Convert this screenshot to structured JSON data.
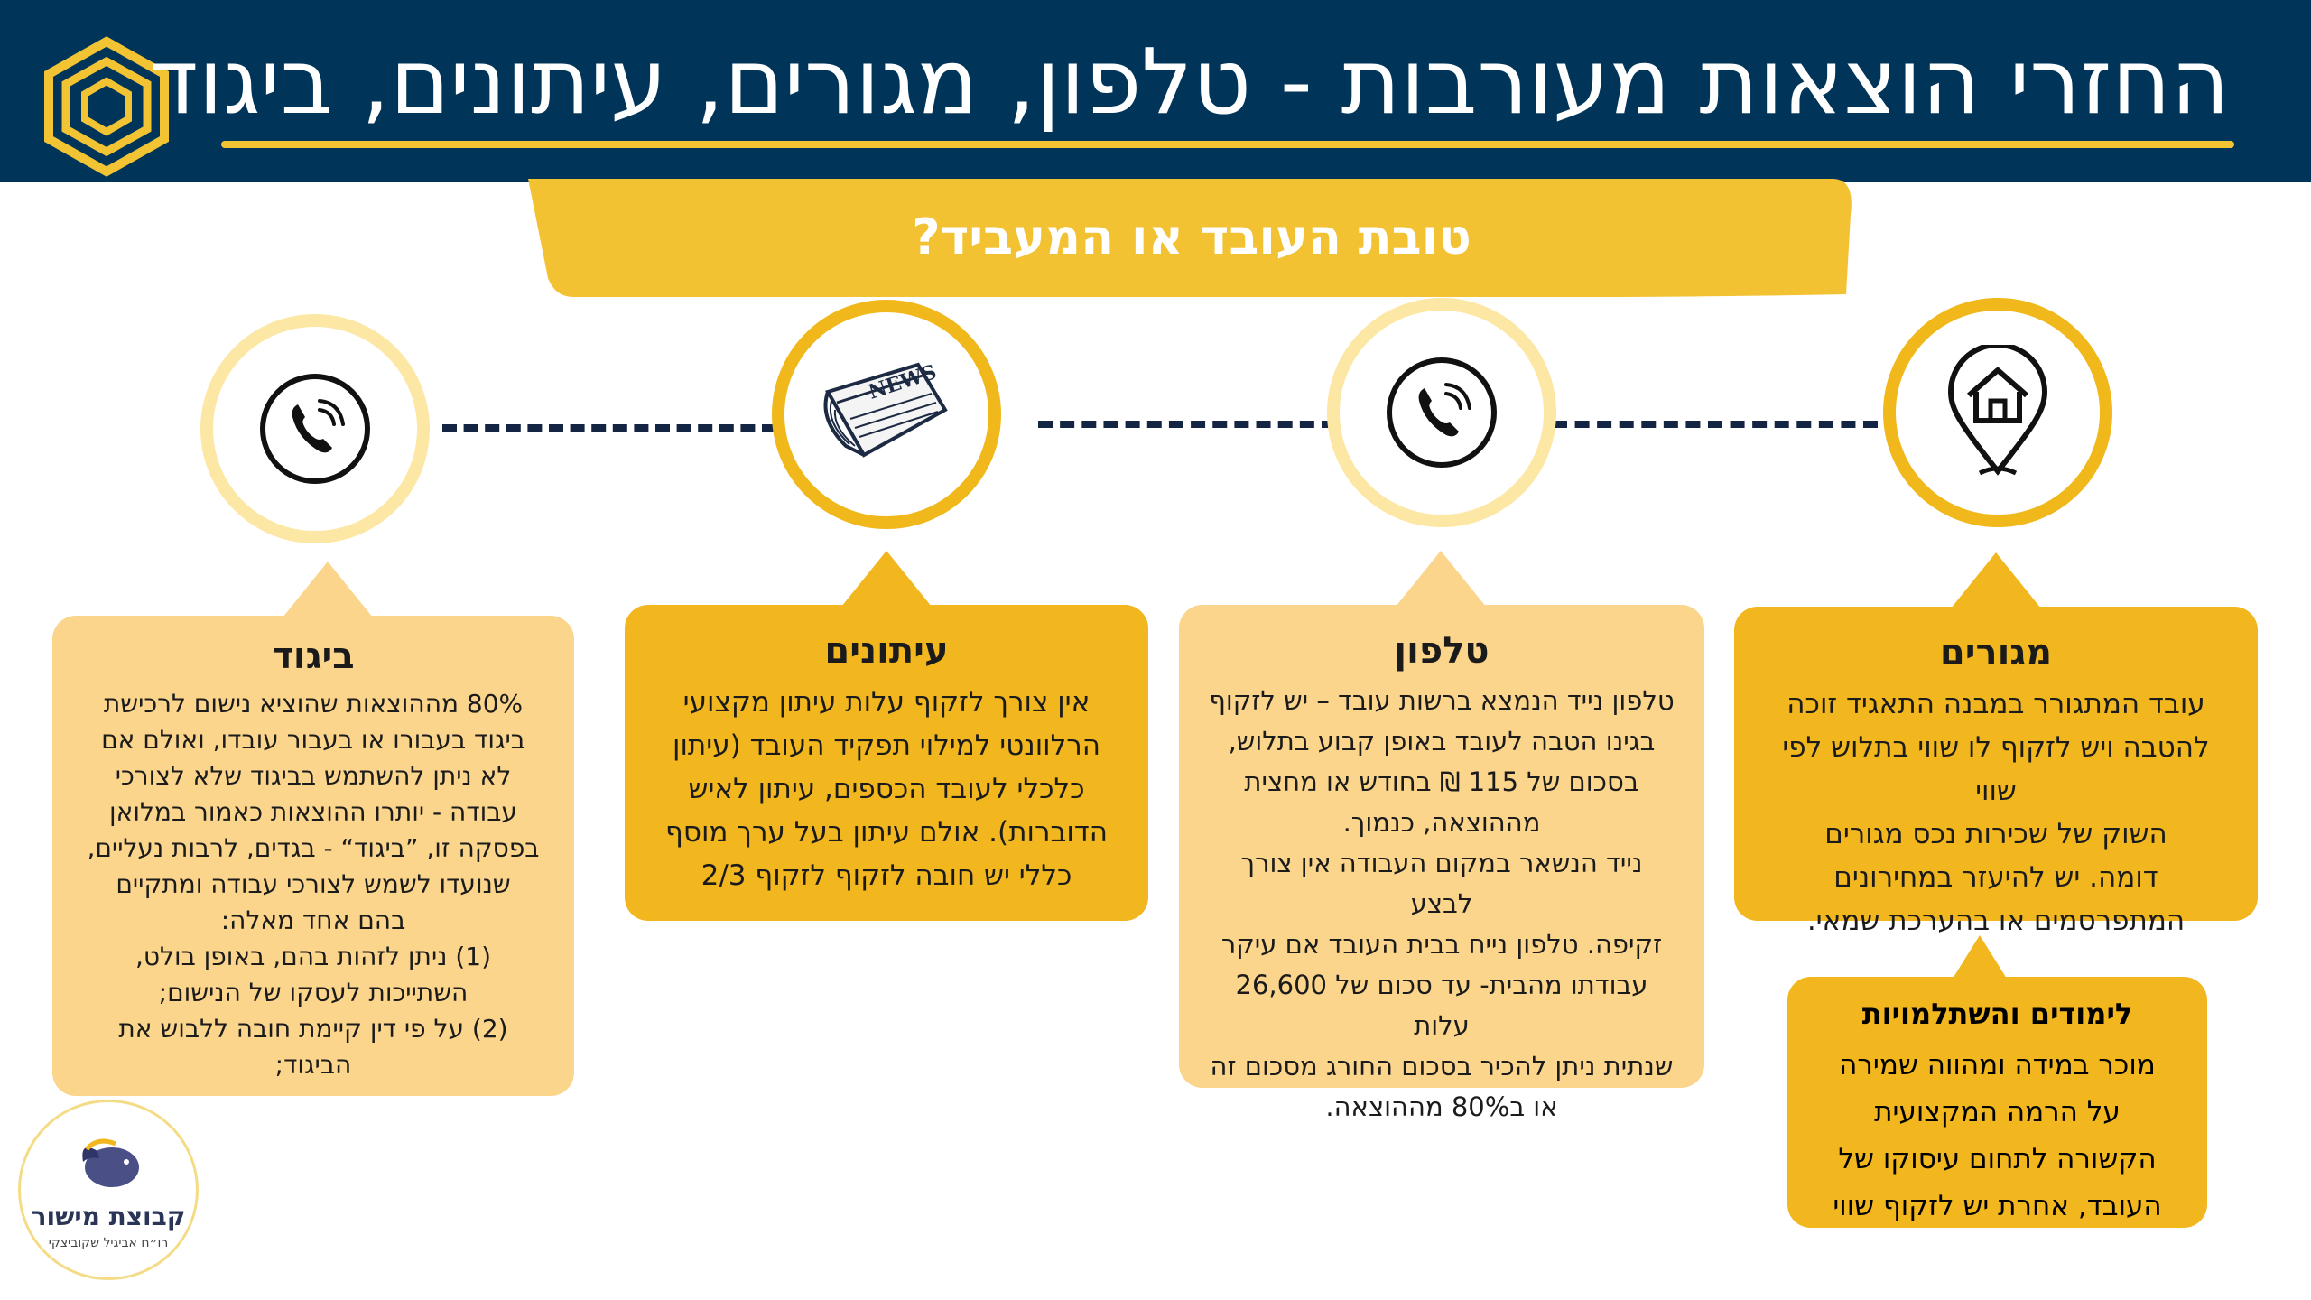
{
  "header": {
    "title": "החזרי הוצאות מעורבות - טלפון, מגורים, עיתונים, ביגוד",
    "subtitle": "טובת העובד או המעביד?"
  },
  "colors": {
    "navy": "#003559",
    "gold": "#f2b71f",
    "light_gold": "#fbd58b",
    "pale_ring": "#fde7a5"
  },
  "timeline": {
    "icons": [
      "house-location-icon",
      "phone-icon",
      "newspaper-icon",
      "phone-icon"
    ]
  },
  "cards": {
    "housing": {
      "title": "מגורים",
      "body": "עובד המתגורר במבנה התאגיד זוכה\nלהטבה ויש לזקוף לו שווי בתלוש לפי שווי\nהשוק של שכירות נכס מגורים\nדומה. יש להיעזר במחירונים\nהמתפרסמים או בהערכת שמאי."
    },
    "phone": {
      "title": "טלפון",
      "body": "טלפון נייד הנמצא ברשות עובד – יש לזקוף\nבגינו הטבה לעובד באופן קבוע בתלוש,\nבסכום של 115 ₪ בחודש או מחצית\nמההוצאה, כנמוך.\nנייד הנשאר במקום העבודה אין צורך לבצע\nזקיפה. טלפון נייח בבית העובד אם עיקר\nעבודתו מהבית- עד סכום של 26,600 עלות\nשנתית ניתן להכיר בסכום החורג מסכום זה\nאו ב80% מההוצאה."
    },
    "newspapers": {
      "title": "עיתונים",
      "body": "אין צורך לזקוף עלות עיתון מקצועי\nהרלוונטי למילוי תפקיד העובד (עיתון\nכלכלי לעובד הכספים, עיתון לאיש\nהדוברות). אולם עיתון בעל ערך מוסף\nכללי יש חובה לזקוף לזקוף 2/3"
    },
    "clothing": {
      "title": "ביגוד",
      "body": "80% מההוצאות שהוציא נישום לרכישת\nביגוד בעבורו או בעבור עובדו, ואולם אם\nלא ניתן להשתמש בביגוד שלא לצורכי\nעבודה - יותרו ההוצאות כאמור במלואן\nבפסקה זו, ”ביגוד“ - בגדים, לרבות נעליים,\nשנועדו לשמש לצורכי עבודה ומתקיים\nבהם אחד מאלה:\n(1) ניתן לזהות בהם, באופן בולט,\nהשתייכות לעסקו של הנישום;\n(2) על פי דין קיימת חובה ללבוש את\nהביגוד;"
    },
    "studies": {
      "title": "לימודים והשתלמויות",
      "body": "מוכר במידה ומהווה שמירה\nעל הרמה המקצועית\nהקשורה לתחום עיסוקו של\nהעובד, אחרת יש לזקוף שווי"
    }
  },
  "brand": {
    "name": "קבוצת מישור",
    "subtitle": "רו״ח אביגיל שקוביצקי"
  }
}
